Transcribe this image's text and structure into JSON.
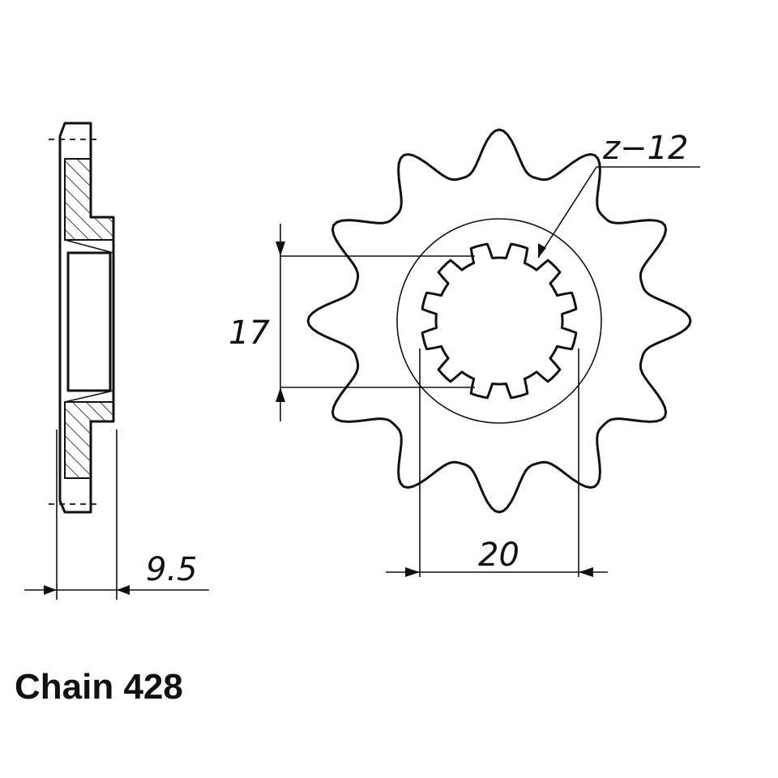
{
  "labels": {
    "tooth_count": "z−12",
    "hub_height": "17",
    "hub_width": "20",
    "thickness": "9.5",
    "chain": "Chain 428"
  },
  "icons": {
    "front_view": "sprocket-front-view-icon",
    "side_view": "sprocket-side-section-icon"
  },
  "colors": {
    "line": "#111111",
    "background": "#ffffff"
  }
}
